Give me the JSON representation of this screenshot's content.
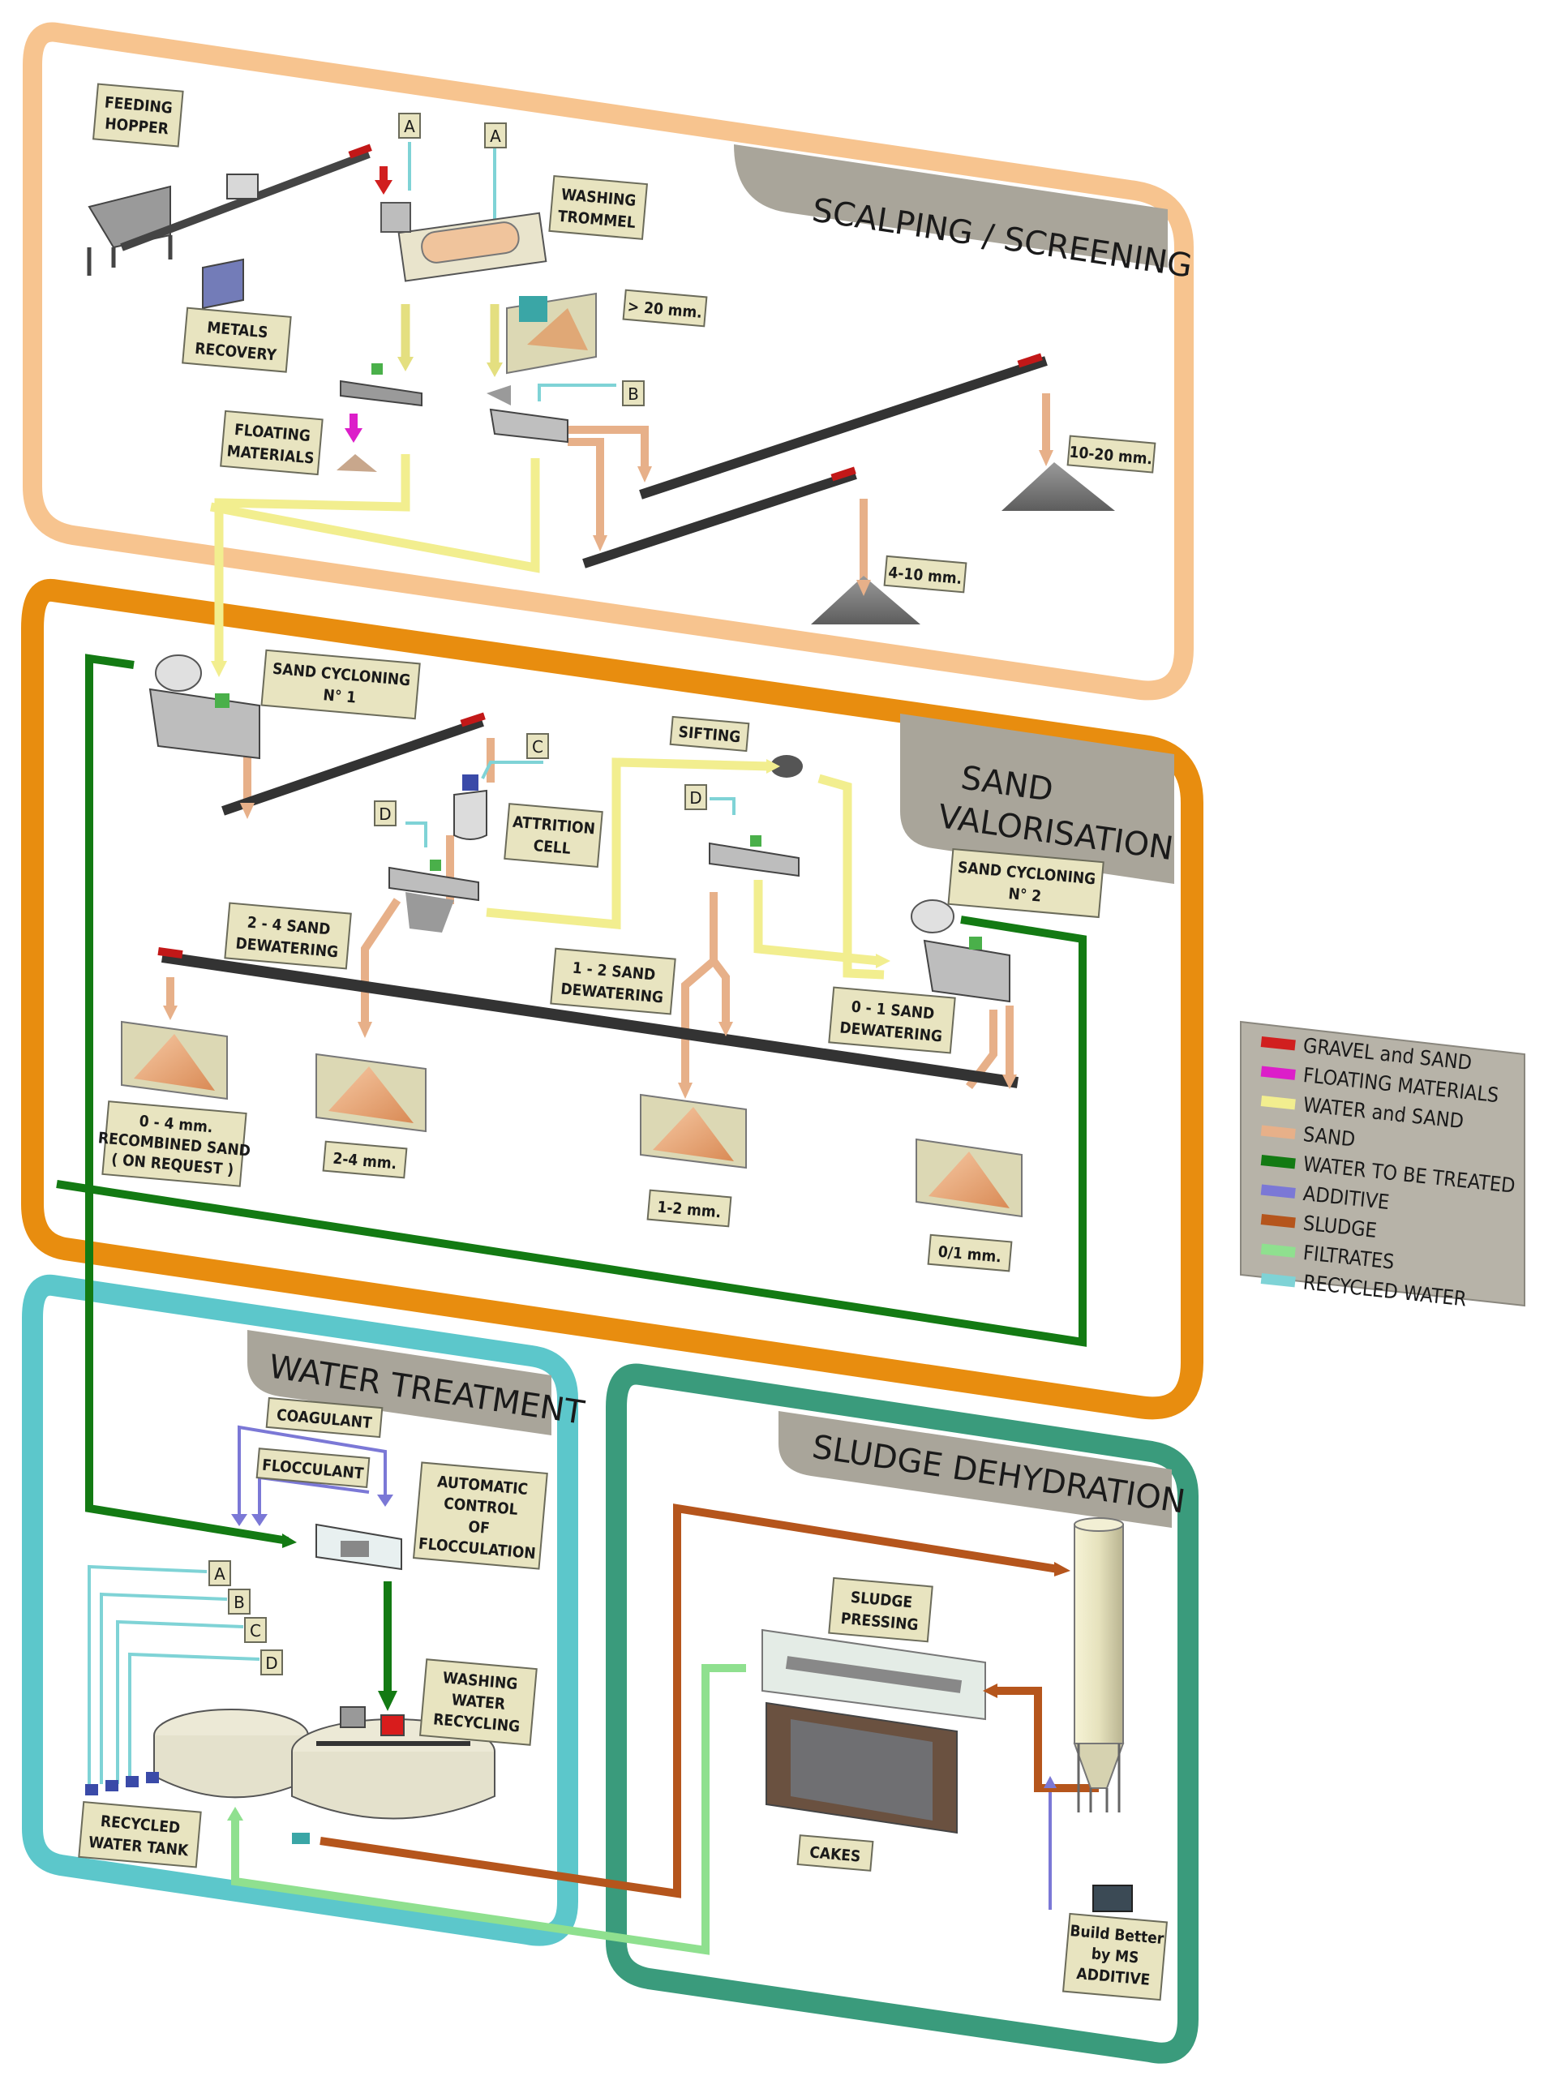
{
  "colors": {
    "scalping_frame": "#f7c48f",
    "sand_frame": "#e88d0f",
    "water_frame": "#5cc7cb",
    "sludge_frame": "#3a9b7c",
    "label_fill": "#e8e4c0",
    "title_fill": "#a9a59a",
    "legend_fill": "#b7b3a8",
    "gravel_sand": "#d11f1f",
    "floating_materials": "#dc1ec9",
    "water_sand": "#f2ee8f",
    "sand": "#e7b089",
    "water_treated": "#137a13",
    "additive": "#7b78d6",
    "sludge": "#b5551c",
    "filtrates": "#8fe08f",
    "recycled_water": "#7fd3d6"
  },
  "sections": {
    "scalping": "SCALPING / SCREENING",
    "sand_line1": "SAND",
    "sand_line2": "VALORISATION",
    "water": "WATER TREATMENT",
    "sludge": "SLUDGE DEHYDRATION"
  },
  "labels": {
    "feeding1": "FEEDING",
    "feeding2": "HOPPER",
    "metals1": "METALS",
    "metals2": "RECOVERY",
    "washing1": "WASHING",
    "washing2": "TROMMEL",
    "gt20": "> 20 mm.",
    "floating1": "FLOATING",
    "floating2": "MATERIALS",
    "s1020": "10-20 mm.",
    "s410": "4-10 mm.",
    "cyc1_1": "SAND CYCLONING",
    "cyc1_2": "N° 1",
    "attr1": "ATTRITION",
    "attr2": "CELL",
    "sifting": "SIFTING",
    "cyc2_1": "SAND CYCLONING",
    "cyc2_2": "N° 2",
    "dw24_1": "2 - 4  SAND",
    "dw24_2": "DEWATERING",
    "dw12_1": "1 - 2  SAND",
    "dw12_2": "DEWATERING",
    "dw01_1": "0 - 1  SAND",
    "dw01_2": "DEWATERING",
    "rec1": "0 - 4  mm.",
    "rec2": "RECOMBINED SAND",
    "rec3": "( ON REQUEST )",
    "s24": "2-4 mm.",
    "s12": "1-2 mm.",
    "s01": "0/1 mm.",
    "coag": "COAGULANT",
    "floc": "FLOCCULANT",
    "auto1": "AUTOMATIC",
    "auto2": "CONTROL",
    "auto3": "OF",
    "auto4": "FLOCCULATION",
    "wwr1": "WASHING",
    "wwr2": "WATER",
    "wwr3": "RECYCLING",
    "rwt1": "RECYCLED",
    "rwt2": "WATER TANK",
    "press1": "SLUDGE",
    "press2": "PRESSING",
    "cakes": "CAKES",
    "ms1": "Build Better",
    "ms2": "by MS",
    "ms3": "ADDITIVE"
  },
  "tags": {
    "a": "A",
    "b": "B",
    "c": "C",
    "d": "D"
  },
  "legend": [
    {
      "label": "GRAVEL and SAND",
      "color": "#d11f1f"
    },
    {
      "label": "FLOATING MATERIALS",
      "color": "#dc1ec9"
    },
    {
      "label": "WATER and SAND",
      "color": "#f2ee8f"
    },
    {
      "label": "SAND",
      "color": "#e7b089"
    },
    {
      "label": "WATER TO BE TREATED",
      "color": "#137a13"
    },
    {
      "label": "ADDITIVE",
      "color": "#7b78d6"
    },
    {
      "label": "SLUDGE",
      "color": "#b5551c"
    },
    {
      "label": "FILTRATES",
      "color": "#8fe08f"
    },
    {
      "label": "RECYCLED WATER",
      "color": "#7fd3d6"
    }
  ]
}
